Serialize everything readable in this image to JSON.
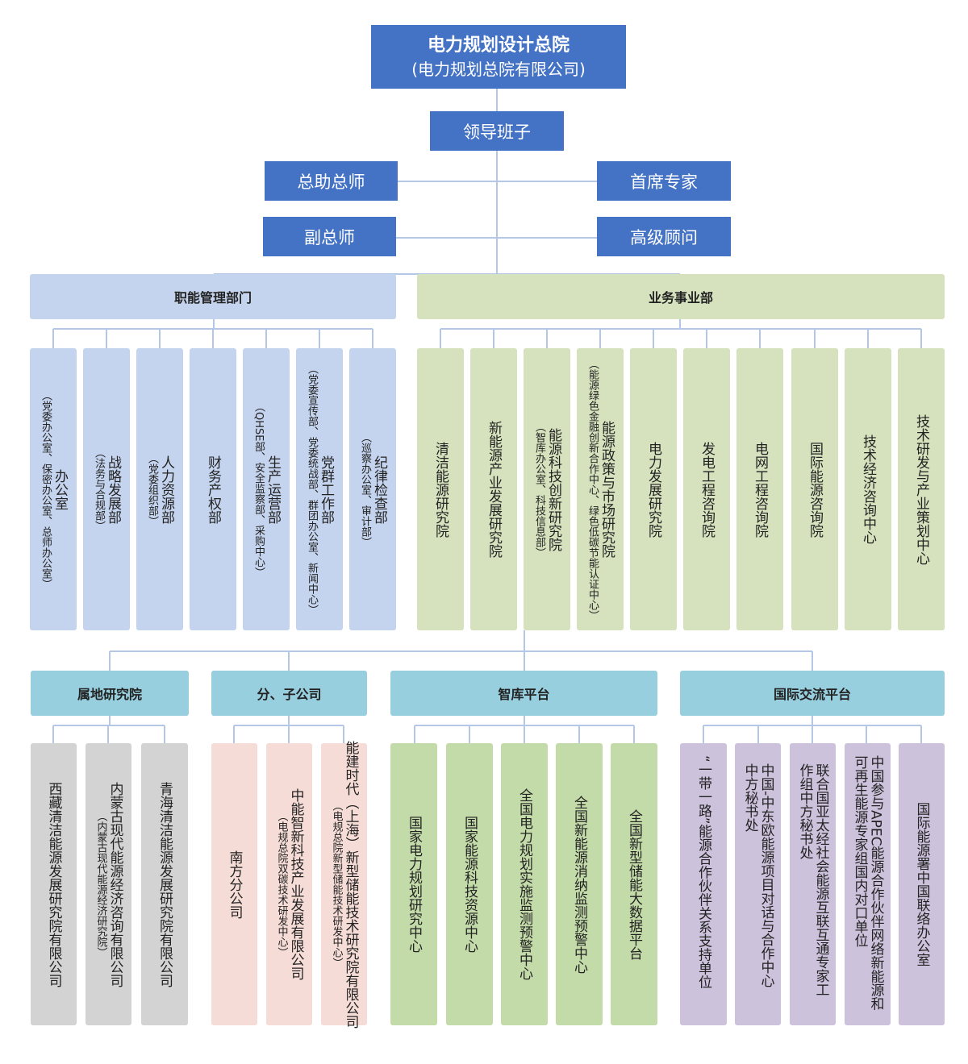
{
  "top": {
    "title": "电力规划设计总院",
    "subtitle": "(电力规划总院有限公司)"
  },
  "leadership": "领导班子",
  "assistant_chief": "总助总师",
  "deputy_chief": "副总师",
  "chief_expert": "首席专家",
  "senior_advisor": "高级顾问",
  "functional": {
    "title": "职能管理部门",
    "items": [
      {
        "name": "办公室",
        "sub": "（党委办公室、保密办公室、总师办公室）"
      },
      {
        "name": "战略发展部",
        "sub": "（法务与合规部）"
      },
      {
        "name": "人力资源部",
        "sub": "（党委组织部）"
      },
      {
        "name": "财务产权部",
        "sub": ""
      },
      {
        "name": "生产运营部",
        "sub": "（QHSE部、安全监察部、采购中心）"
      },
      {
        "name": "党群工作部",
        "sub": "（党委宣传部、党委统战部、群团办公室、新闻中心）"
      },
      {
        "name": "纪律检查部",
        "sub": "（巡察办公室、审计部）"
      }
    ]
  },
  "business": {
    "title": "业务事业部",
    "items": [
      {
        "name": "清洁能源研究院",
        "sub": ""
      },
      {
        "name": "新能源产业发展研究院",
        "sub": ""
      },
      {
        "name": "能源科技创新研究院",
        "sub": "（智库办公室、科技信息部）"
      },
      {
        "name": "能源政策与市场研究院",
        "sub": "（能源绿色金融创新合作中心、绿色低碳节能认证中心）"
      },
      {
        "name": "电力发展研究院",
        "sub": ""
      },
      {
        "name": "发电工程咨询院",
        "sub": ""
      },
      {
        "name": "电网工程咨询院",
        "sub": ""
      },
      {
        "name": "国际能源咨询院",
        "sub": ""
      },
      {
        "name": "技术经济咨询中心",
        "sub": ""
      },
      {
        "name": "技术研发与产业策划中心",
        "sub": ""
      }
    ]
  },
  "local": {
    "title": "属地研究院",
    "items": [
      {
        "name": "西藏清洁能源发展研究院有限公司",
        "sub": ""
      },
      {
        "name": "内蒙古现代能源经济咨询有限公司",
        "sub": "（内蒙古现代能源经济研究院）"
      },
      {
        "name": "青海清洁能源发展研究院有限公司",
        "sub": ""
      }
    ]
  },
  "subsidiaries": {
    "title": "分、子公司",
    "items": [
      {
        "name": "南方分公司",
        "sub": ""
      },
      {
        "name": "中能智新科技产业发展有限公司",
        "sub": "（电规总院双碳技术研发中心）"
      },
      {
        "name": "能建时代（上海）新型储能技术研究院有限公司",
        "sub": "（电规总院新型储能技术研发中心）"
      }
    ]
  },
  "thinktank": {
    "title": "智库平台",
    "items": [
      {
        "name": "国家电力规划研究中心",
        "sub": ""
      },
      {
        "name": "国家能源科技资源中心",
        "sub": ""
      },
      {
        "name": "全国电力规划实施监测预警中心",
        "sub": ""
      },
      {
        "name": "全国新能源消纳监测预警中心",
        "sub": ""
      },
      {
        "name": "全国新型储能大数据平台",
        "sub": ""
      }
    ]
  },
  "international": {
    "title": "国际交流平台",
    "items": [
      {
        "name": "“一带一路”能源合作伙伴关系支持单位",
        "sub": ""
      },
      {
        "name": "中国-中东欧能源项目对话与合作中心 中方秘书处",
        "sub": ""
      },
      {
        "name": "联合国亚太经社会能源互联互通专家工作组中方秘书处",
        "sub": ""
      },
      {
        "name": "中国参与APEC能源合作伙伴网络新能源和可再生能源专家组国内对口单位",
        "sub": ""
      },
      {
        "name": "国际能源署中国联络办公室",
        "sub": ""
      }
    ]
  }
}
